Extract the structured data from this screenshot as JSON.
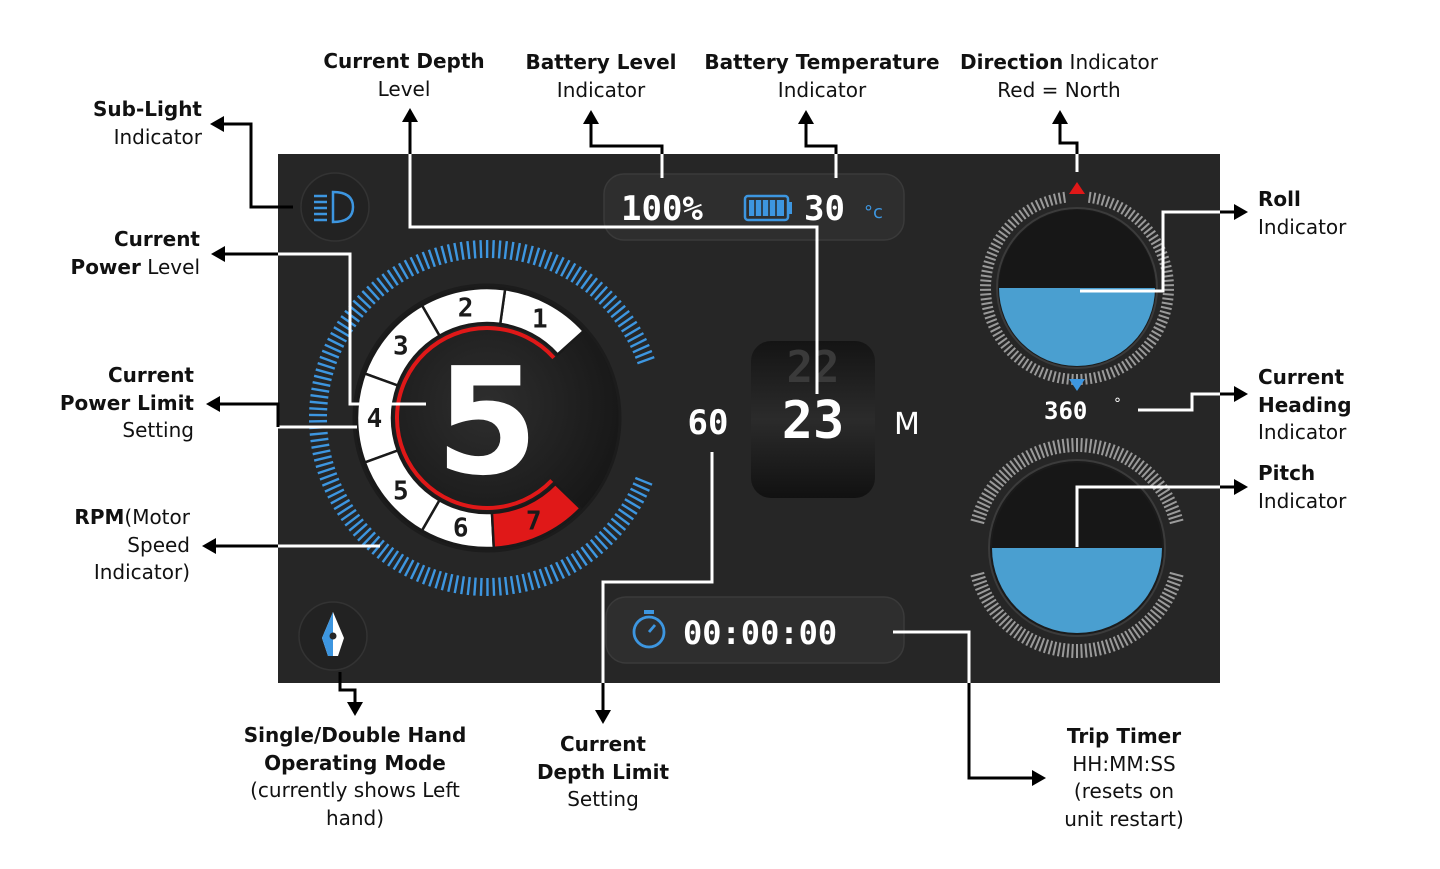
{
  "screen": {
    "battery_percent_text": "100%",
    "battery_level": 1.0,
    "battery_temp": "30",
    "temp_unit": "°c",
    "current_depth": "23",
    "previous_depth_ghost": "22",
    "depth_limit": "60",
    "depth_unit": "M",
    "power_level": "5",
    "power_scale": [
      "1",
      "2",
      "3",
      "4",
      "5",
      "6",
      "7"
    ],
    "heading": "360",
    "heading_unit": "°",
    "trip_timer": "00:00:00",
    "roll_level": 0.5,
    "pitch_level": 0.5
  },
  "colors": {
    "panel": "#262626",
    "accent_blue": "#3d96e0",
    "gauge_blue": "#4a9fd0",
    "red": "#e01818",
    "white": "#ffffff"
  },
  "icons": {
    "sub_light": "headlight-icon",
    "hand_mode": "left-hand-mode-icon",
    "battery": "battery-icon",
    "timer": "stopwatch-icon",
    "north_marker": "north-triangle-icon",
    "heading_marker": "heading-triangle-icon"
  },
  "labels": {
    "current_depth": {
      "bold": "Current Depth",
      "line2": "Level"
    },
    "battery_level": {
      "bold": "Battery Level",
      "line2": "Indicator"
    },
    "battery_temp": {
      "bold": "Battery Temperature",
      "line2": "Indicator"
    },
    "direction": {
      "bold": "Direction",
      "rest": " Indicator",
      "line2": "Red = North"
    },
    "sub_light": {
      "bold": "Sub-Light",
      "line2": "Indicator"
    },
    "power_level": {
      "bold1": "Current",
      "bold2": "Power",
      "rest2": " Level"
    },
    "power_limit": {
      "bold1": "Current",
      "bold2": "Power Limit",
      "line3": "Setting"
    },
    "rpm": {
      "bold": "RPM",
      "rest": "(Motor",
      "line2": "Speed",
      "line3": "Indicator)"
    },
    "roll": {
      "bold": "Roll",
      "line2": "Indicator"
    },
    "heading": {
      "bold1": "Current",
      "bold2": "Heading",
      "line3": "Indicator"
    },
    "pitch": {
      "bold": "Pitch",
      "line2": "Indicator"
    },
    "hand_mode": {
      "bold1": "Single/Double Hand",
      "bold2": "Operating Mode",
      "line3": "(currently shows Left",
      "line4": "hand)"
    },
    "depth_limit": {
      "bold1": "Current",
      "bold2": "Depth Limit",
      "line3": "Setting"
    },
    "trip_timer": {
      "bold": "Trip Timer",
      "line2": "HH:MM:SS",
      "line3": "(resets on",
      "line4": "unit restart)"
    }
  }
}
